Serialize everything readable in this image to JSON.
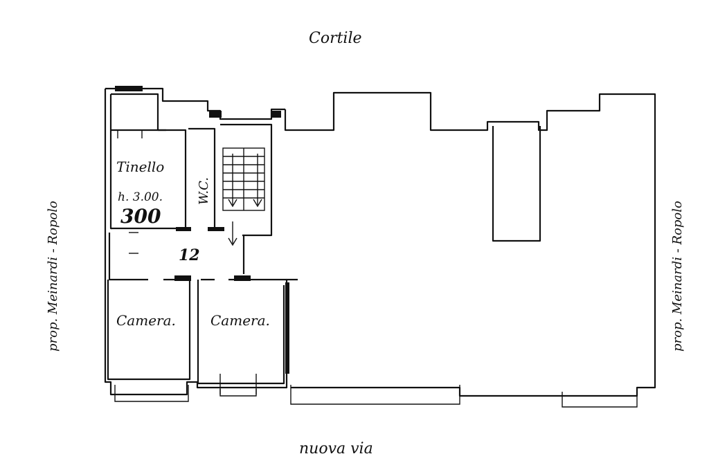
{
  "labels": {
    "top_courtyard": "Cortile",
    "bottom_street": "nuova via",
    "left_owner": "prop. Meinardi - Ropolo",
    "right_owner": "prop. Meinardi - Ropolo"
  },
  "rooms": [
    {
      "name": "Tinello",
      "height_note": "h. 3.00.",
      "handwritten": "300"
    },
    {
      "name": "W.C."
    },
    {
      "name": "Camera."
    },
    {
      "name": "Camera."
    }
  ],
  "markers": {
    "landing_number": "12"
  }
}
